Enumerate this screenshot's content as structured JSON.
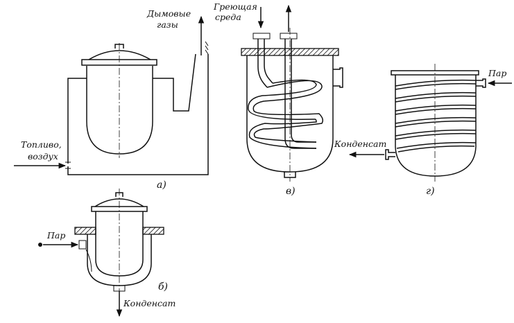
{
  "panels": {
    "a": {
      "caption": "а)",
      "labels": {
        "fuel_air": [
          "Топливо,",
          "воздух"
        ],
        "flue_gases": [
          "Дымовые",
          "газы"
        ]
      }
    },
    "b": {
      "caption": "б)",
      "labels": {
        "steam": "Пар",
        "condensate": "Конденсат"
      }
    },
    "v": {
      "caption": "в)",
      "labels": {
        "heating_medium": [
          "Греющая",
          "среда"
        ],
        "condensate": "Конденсат"
      }
    },
    "g": {
      "caption": "г)",
      "labels": {
        "steam": "Пар"
      }
    }
  }
}
